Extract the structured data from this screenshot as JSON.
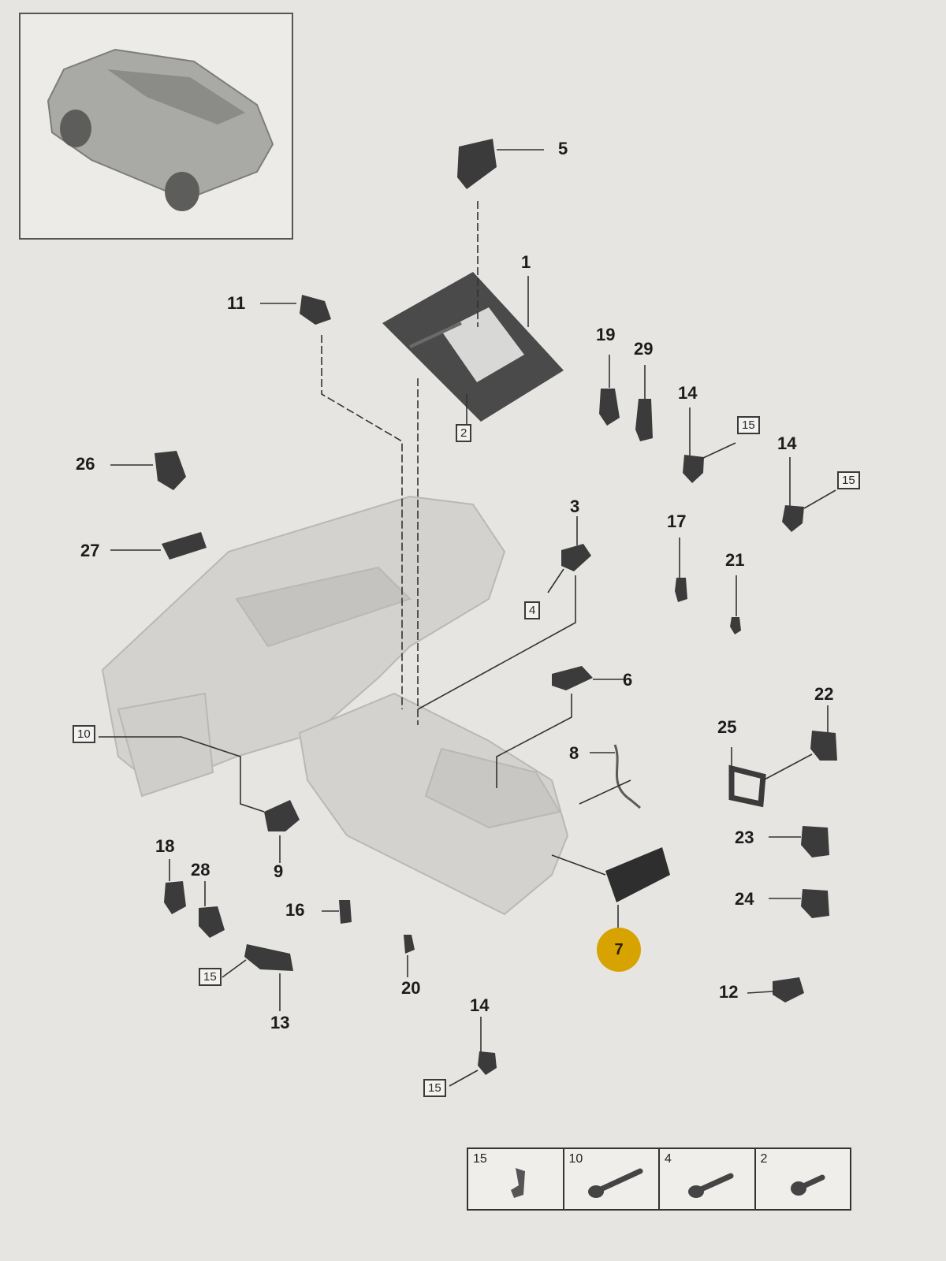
{
  "callouts": {
    "c1": "1",
    "c3": "3",
    "c5": "5",
    "c6": "6",
    "c7": "7",
    "c8": "8",
    "c9": "9",
    "c11": "11",
    "c12": "12",
    "c13": "13",
    "c14a": "14",
    "c14b": "14",
    "c14c": "14",
    "c16": "16",
    "c17": "17",
    "c18": "18",
    "c19": "19",
    "c20": "20",
    "c21": "21",
    "c22": "22",
    "c23": "23",
    "c24": "24",
    "c25": "25",
    "c26": "26",
    "c27": "27",
    "c28": "28",
    "c29": "29"
  },
  "boxed_refs": {
    "b2": "2",
    "b4": "4",
    "b10": "10",
    "b15a": "15",
    "b15b": "15",
    "b15c": "15",
    "b15d": "15"
  },
  "legend": {
    "items": [
      {
        "number": "15",
        "icon": "clip-icon"
      },
      {
        "number": "10",
        "icon": "long-screw-icon"
      },
      {
        "number": "4",
        "icon": "medium-screw-icon"
      },
      {
        "number": "2",
        "icon": "short-screw-icon"
      }
    ]
  },
  "colors": {
    "background": "#e6e5e2",
    "highlight": "#d7a300",
    "parts_dark": "#3b3b3b"
  }
}
